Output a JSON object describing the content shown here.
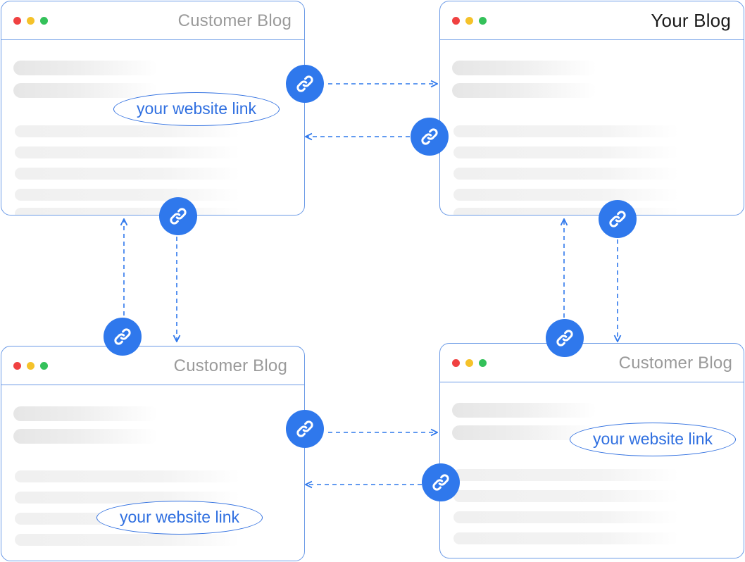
{
  "windows": {
    "top_left": {
      "title": "Customer Blog",
      "link_label": "your website link"
    },
    "top_right": {
      "title": "Your Blog"
    },
    "bottom_left": {
      "title": "Customer Blog",
      "link_label": "your website link"
    },
    "bottom_right": {
      "title": "Customer Blog",
      "link_label": "your website link"
    }
  },
  "icons": {
    "link": "link-chain-icon"
  },
  "colors": {
    "accent": "#2f78ec",
    "border": "#6b9ae6",
    "muted_title": "#9a9a9a",
    "traffic_red": "#f04141",
    "traffic_yellow": "#f5c22a",
    "traffic_green": "#34c15a"
  }
}
